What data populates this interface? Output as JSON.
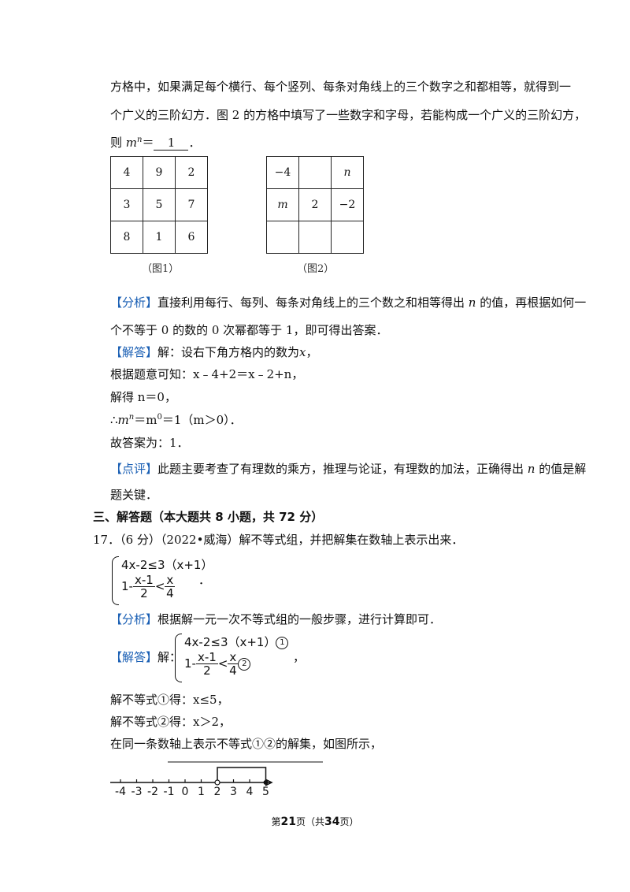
{
  "problem_text": {
    "line1": "方格中，如果满足每个横行、每个竖列、每条对角线上的三个数字之和都相等，就得到一",
    "line2": "个广义的三阶幻方．图 2 的方格中填写了一些数字和字母，若能构成一个广义的三阶幻方，",
    "line3_prefix": "则 ",
    "line3_var": "m",
    "line3_sup": "n",
    "line3_eq": "＝",
    "line3_answer": "1",
    "line3_end": "．"
  },
  "figure1": {
    "caption": "（图1）",
    "rows": [
      [
        "4",
        "9",
        "2"
      ],
      [
        "3",
        "5",
        "7"
      ],
      [
        "8",
        "1",
        "6"
      ]
    ]
  },
  "figure2": {
    "caption": "（图2）",
    "rows": [
      [
        "−4",
        "",
        "n"
      ],
      [
        "m",
        "2",
        "−2"
      ],
      [
        "",
        "",
        ""
      ]
    ]
  },
  "analysis1": {
    "tag": "【分析】",
    "text_a": "直接利用每行、每列、每条对角线上的三个数之和相等得出 ",
    "var": "n",
    "text_b": " 的值，再根据如何一",
    "line2": "个不等于 0 的数的 0 次幂都等于 1，即可得出答案．"
  },
  "solution1": {
    "tag": "【解答】",
    "line1": "解：设右下角方格内的数为",
    "line1_var": "x",
    "line1_end": "，",
    "line2": "根据题意可知：x﹣4+2＝x﹣2+n，",
    "line3": "解得 n＝0，",
    "line4_a": "∴",
    "line4_b": "m",
    "line4_sup1": "n",
    "line4_c": "＝m",
    "line4_sup2": "0",
    "line4_d": "＝1（m＞0）．",
    "line5": "故答案为：1．"
  },
  "comment1": {
    "tag": "【点评】",
    "text_a": "此题主要考查了有理数的乘方，推理与论证，有理数的加法，正确得出 ",
    "var": "n",
    "text_b": " 的值是解",
    "line2": "题关键．"
  },
  "section3": {
    "heading": "三、解答题（本大题共 8 小题，共 72 分）"
  },
  "q17": {
    "stem": "17．（6 分）（2022•威海）解不等式组，并把解集在数轴上表示出来．",
    "ineq1": "4x-2≤3（x+1）",
    "ineq2_lead": "1-",
    "ineq2_num": "x-1",
    "ineq2_den": "2",
    "ineq2_lt": "<",
    "ineq2_rnum": "x",
    "ineq2_rden": "4",
    "period": "．",
    "analysis_tag": "【分析】",
    "analysis_text": "根据解一元一次不等式组的一般步骤，进行计算即可．",
    "solution_tag": "【解答】",
    "solution_lead": "解：",
    "mark1": "1",
    "mark2": "2",
    "comma": "，",
    "step1": "解不等式①得：x≤5，",
    "step2": "解不等式②得：x＞2，",
    "step3": "在同一条数轴上表示不等式①②的解集，如图所示，"
  },
  "number_line": {
    "ticks": [
      "-4",
      "-3",
      "-2",
      "-1",
      "0",
      "1",
      "2",
      "3",
      "4",
      "5"
    ],
    "open_point": 2,
    "closed_point": 5
  },
  "footer": {
    "pre": "第",
    "page": "21",
    "mid": "页（共",
    "total": "34",
    "post": "页）"
  }
}
